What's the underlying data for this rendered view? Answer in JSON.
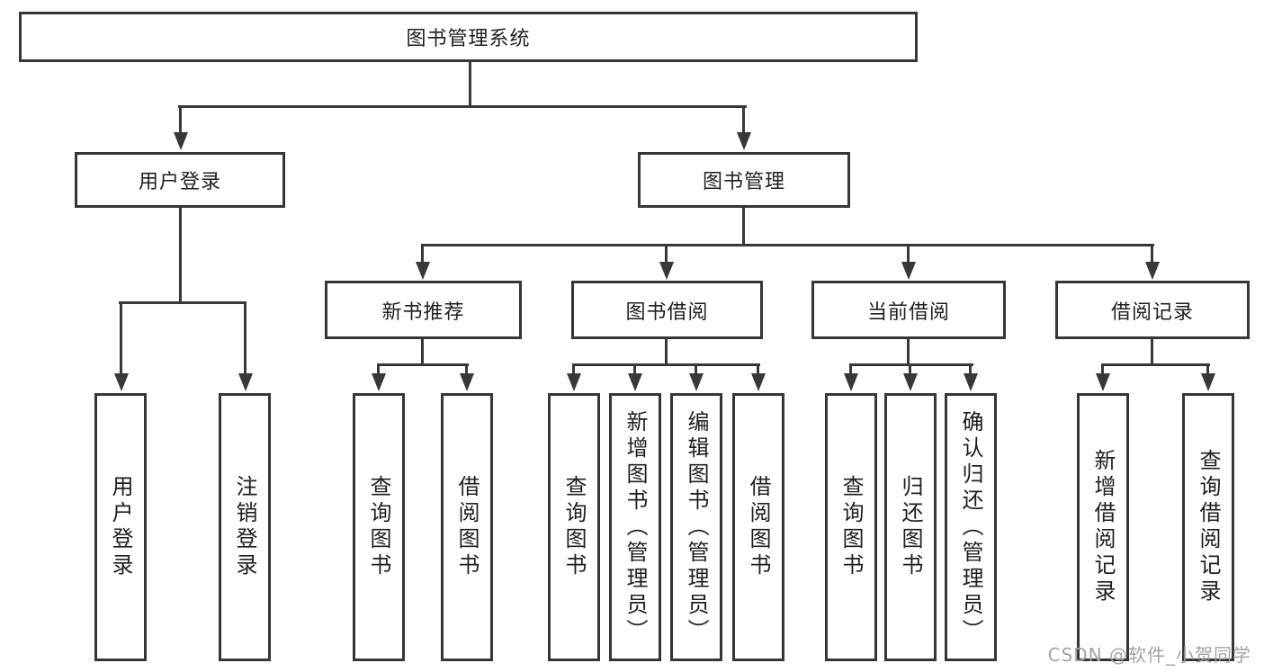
{
  "diagram": {
    "root": {
      "label": "图书管理系统"
    },
    "level2": [
      {
        "id": "user-login",
        "label": "用户登录"
      },
      {
        "id": "book-management",
        "label": "图书管理"
      }
    ],
    "level3": [
      {
        "id": "new-book-recommend",
        "label": "新书推荐"
      },
      {
        "id": "book-borrow",
        "label": "图书借阅"
      },
      {
        "id": "current-borrow",
        "label": "当前借阅"
      },
      {
        "id": "borrow-records",
        "label": "借阅记录"
      }
    ],
    "leaves": {
      "user_login": [
        {
          "label": "用户登录"
        },
        {
          "label": "注销登录"
        }
      ],
      "new_book": [
        {
          "label": "查询图书"
        },
        {
          "label": "借阅图书"
        }
      ],
      "book_borrow": [
        {
          "label": "查询图书"
        },
        {
          "label": "新增图书（管理员）"
        },
        {
          "label": "编辑图书（管理员）"
        },
        {
          "label": "借阅图书"
        }
      ],
      "current_borrow": [
        {
          "label": "查询图书"
        },
        {
          "label": "归还图书"
        },
        {
          "label": "确认归还（管理员）"
        }
      ],
      "records": [
        {
          "label": "新增借阅记录"
        },
        {
          "label": "查询借阅记录"
        }
      ]
    }
  },
  "watermark": {
    "text": "CSDN @软件_小贺同学"
  },
  "colors": {
    "line": "#383838",
    "box_border": "#363636",
    "text": "#1f1f1f",
    "background": "#ffffff",
    "watermark": "#a3a3a3"
  }
}
